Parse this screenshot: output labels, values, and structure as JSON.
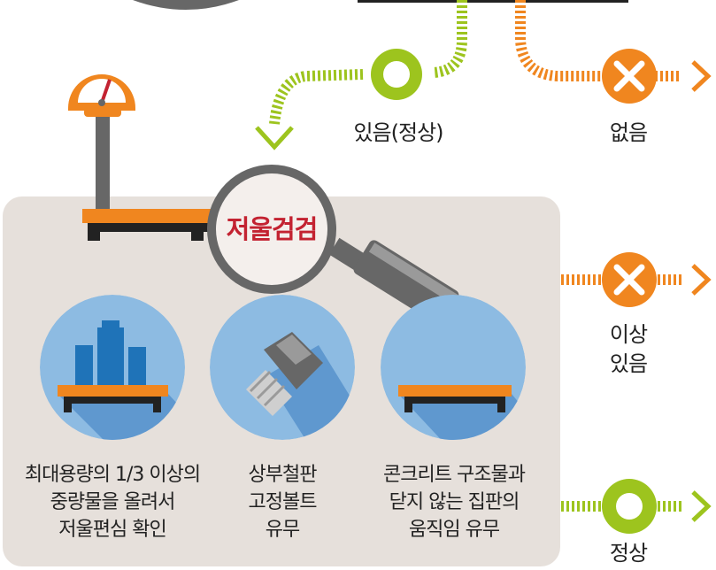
{
  "colors": {
    "green": "#9dc41e",
    "orange": "#f0861f",
    "red": "#c32231",
    "panel": "#e6e0db",
    "blue": "#8dbbe2",
    "blue_dark": "#1f73b8",
    "grey": "#676767"
  },
  "top_branch": {
    "present_label": "있음(정상)",
    "absent_label": "없음"
  },
  "magnifier": {
    "title": "저울검검"
  },
  "checks": [
    {
      "label": "최대용량의 1/3 이상의\n중량물을 올려서\n저울편심 확인",
      "icon": "weights-on-scale-icon"
    },
    {
      "label": "상부철판\n고정볼트\n유무",
      "icon": "bolt-icon"
    },
    {
      "label": "콘크리트 구조물과\n닫지 않는 집판의\n움직임 유무",
      "icon": "scale-platform-icon"
    }
  ],
  "results": {
    "abnormal_label": "이상\n있음",
    "normal_label": "정상"
  }
}
